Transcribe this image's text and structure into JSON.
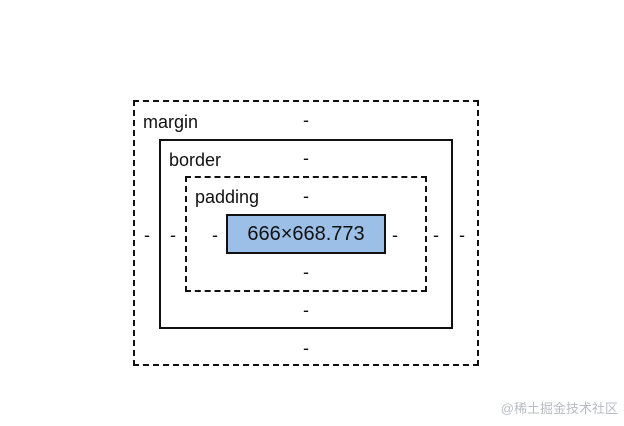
{
  "box_model": {
    "margin": {
      "label": "margin",
      "top": "-",
      "right": "-",
      "bottom": "-",
      "left": "-"
    },
    "border": {
      "label": "border",
      "top": "-",
      "right": "-",
      "bottom": "-",
      "left": "-"
    },
    "padding": {
      "label": "padding",
      "top": "-",
      "right": "-",
      "bottom": "-",
      "left": "-"
    },
    "content": {
      "size": "666×668.773"
    }
  },
  "watermark": {
    "text": "@稀土掘金技术社区"
  },
  "colors": {
    "content_fill": "#9bbfe6",
    "outline": "#111111",
    "watermark": "#b8bcc4"
  }
}
